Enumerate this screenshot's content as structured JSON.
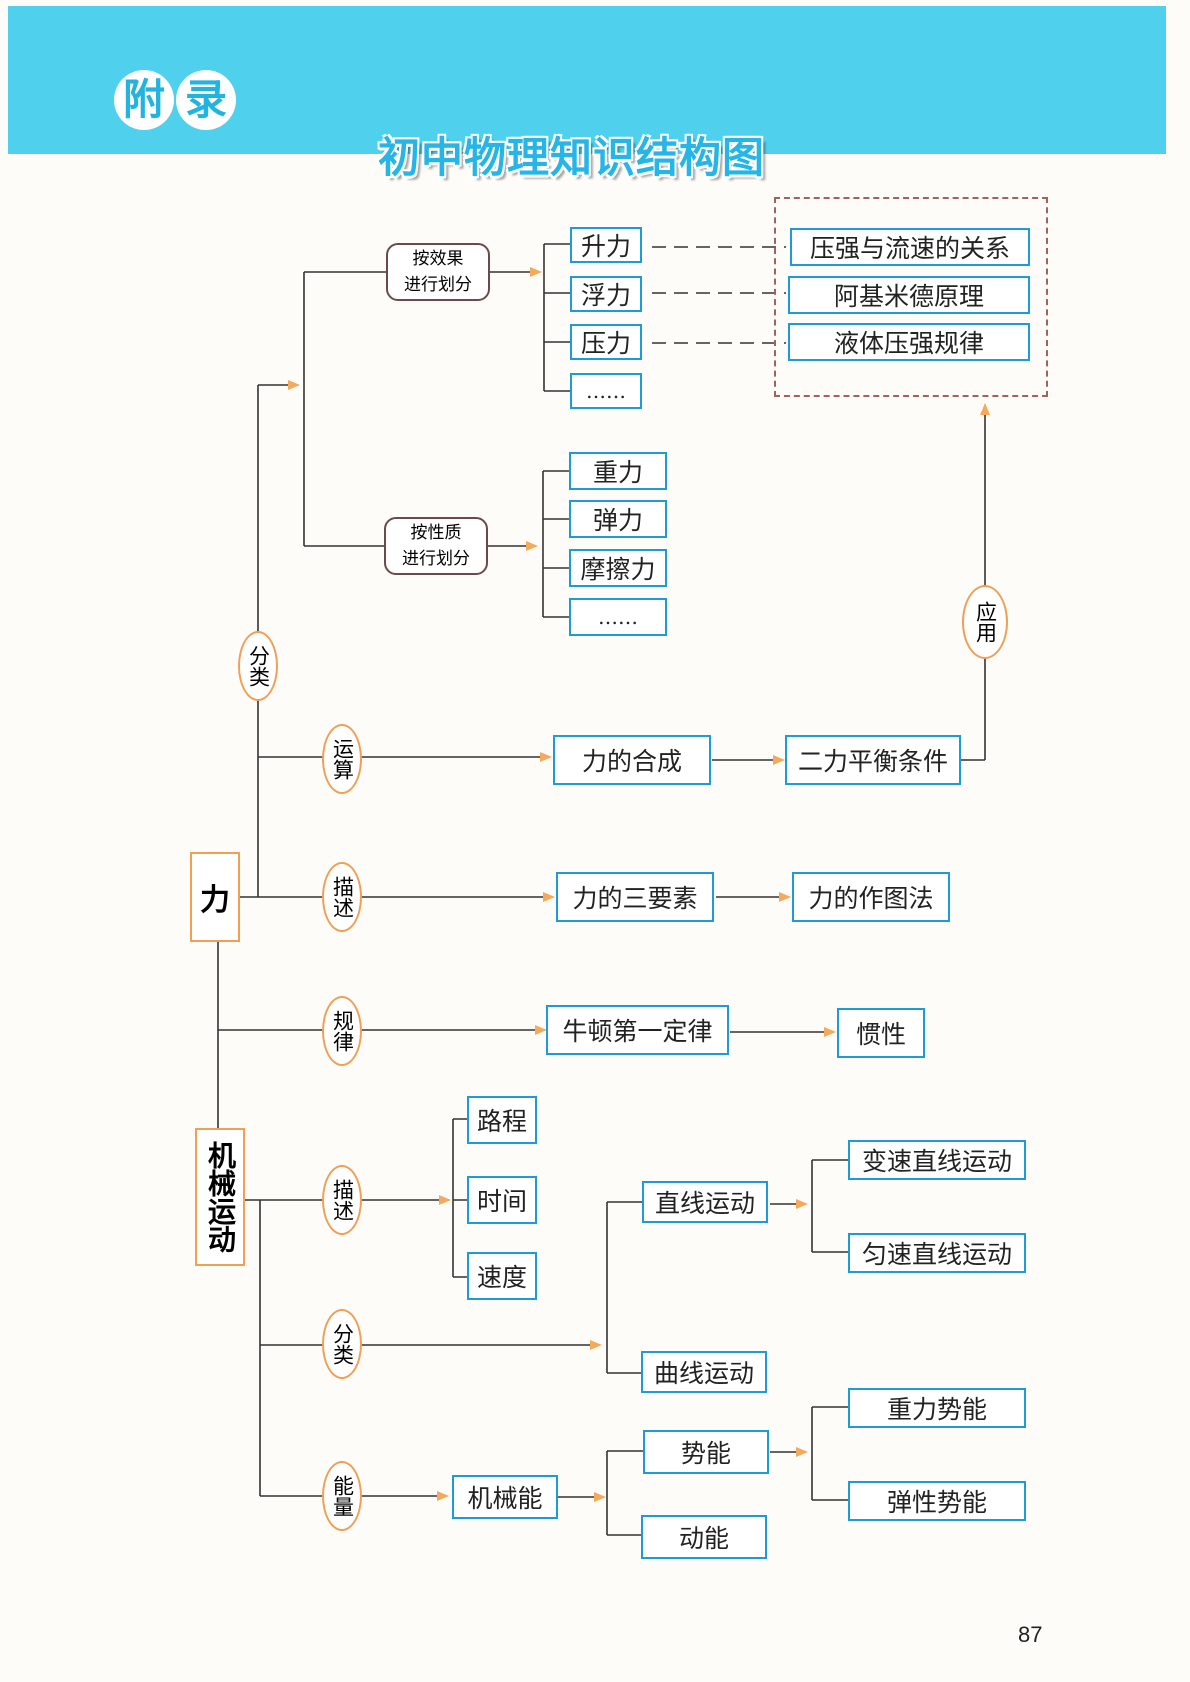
{
  "header": {
    "appendix_chars": [
      "附",
      "录"
    ],
    "title": "初中物理知识结构图",
    "banner_color": "#4fd0ec"
  },
  "colors": {
    "node_border": "#1d9bd5",
    "relation_border": "#f0a055",
    "arrow": "#f5a95a",
    "line": "#333333"
  },
  "roots": {
    "force": "力",
    "motion": "机械运动"
  },
  "relations": {
    "force_classify": "分类",
    "force_operation": "运算",
    "force_describe": "描述",
    "force_law": "规律",
    "apply": "应用",
    "motion_describe": "描述",
    "motion_classify": "分类",
    "motion_energy": "能量"
  },
  "criteria": {
    "by_effect": [
      "按效果",
      "进行划分"
    ],
    "by_nature": [
      "按性质",
      "进行划分"
    ]
  },
  "by_effect_items": [
    "升力",
    "浮力",
    "压力",
    "……"
  ],
  "by_nature_items": [
    "重力",
    "弹力",
    "摩擦力",
    "……"
  ],
  "applications": [
    "压强与流速的关系",
    "阿基米德原理",
    "液体压强规律"
  ],
  "operation_chain": [
    "力的合成",
    "二力平衡条件"
  ],
  "describe_chain": [
    "力的三要素",
    "力的作图法"
  ],
  "law_chain": [
    "牛顿第一定律",
    "惯性"
  ],
  "motion_quantities": [
    "路程",
    "时间",
    "速度"
  ],
  "motion_types": {
    "linear": "直线运动",
    "linear_children": [
      "变速直线运动",
      "匀速直线运动"
    ],
    "curved": "曲线运动"
  },
  "energy": {
    "mechanical": "机械能",
    "potential": "势能",
    "kinetic": "动能",
    "potential_children": [
      "重力势能",
      "弹性势能"
    ]
  },
  "page_number": "87"
}
